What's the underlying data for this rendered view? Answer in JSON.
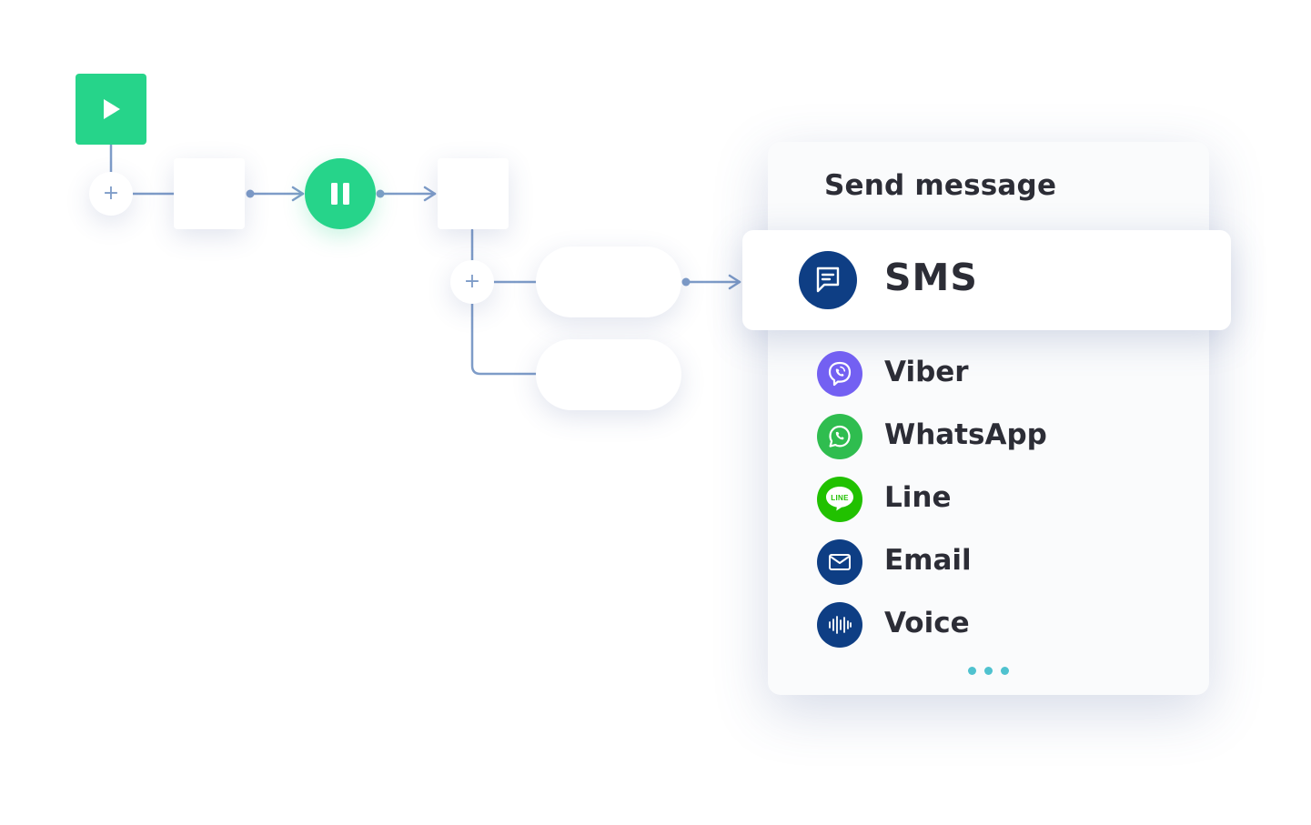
{
  "colors": {
    "connector": "#7e9cc8",
    "accent_green": "#26d48a",
    "brand_navy": "#0e3e84",
    "viber": "#7360f2",
    "whatsapp": "#2fbd4f",
    "line": "#21c100",
    "dots": "#4fc2cf"
  },
  "flow": {
    "start_icon": "play-icon",
    "pause_icon": "pause-icon",
    "plus_symbol": "+"
  },
  "panel": {
    "title": "Send message",
    "selected": {
      "label": "SMS",
      "icon": "sms-chat-icon"
    },
    "channels": [
      {
        "label": "Viber",
        "icon": "viber-icon"
      },
      {
        "label": "WhatsApp",
        "icon": "whatsapp-icon"
      },
      {
        "label": "Line",
        "icon": "line-icon",
        "badge": "LINE"
      },
      {
        "label": "Email",
        "icon": "envelope-icon"
      },
      {
        "label": "Voice",
        "icon": "voice-waveform-icon"
      }
    ],
    "more_icon": "more-dots-icon"
  }
}
